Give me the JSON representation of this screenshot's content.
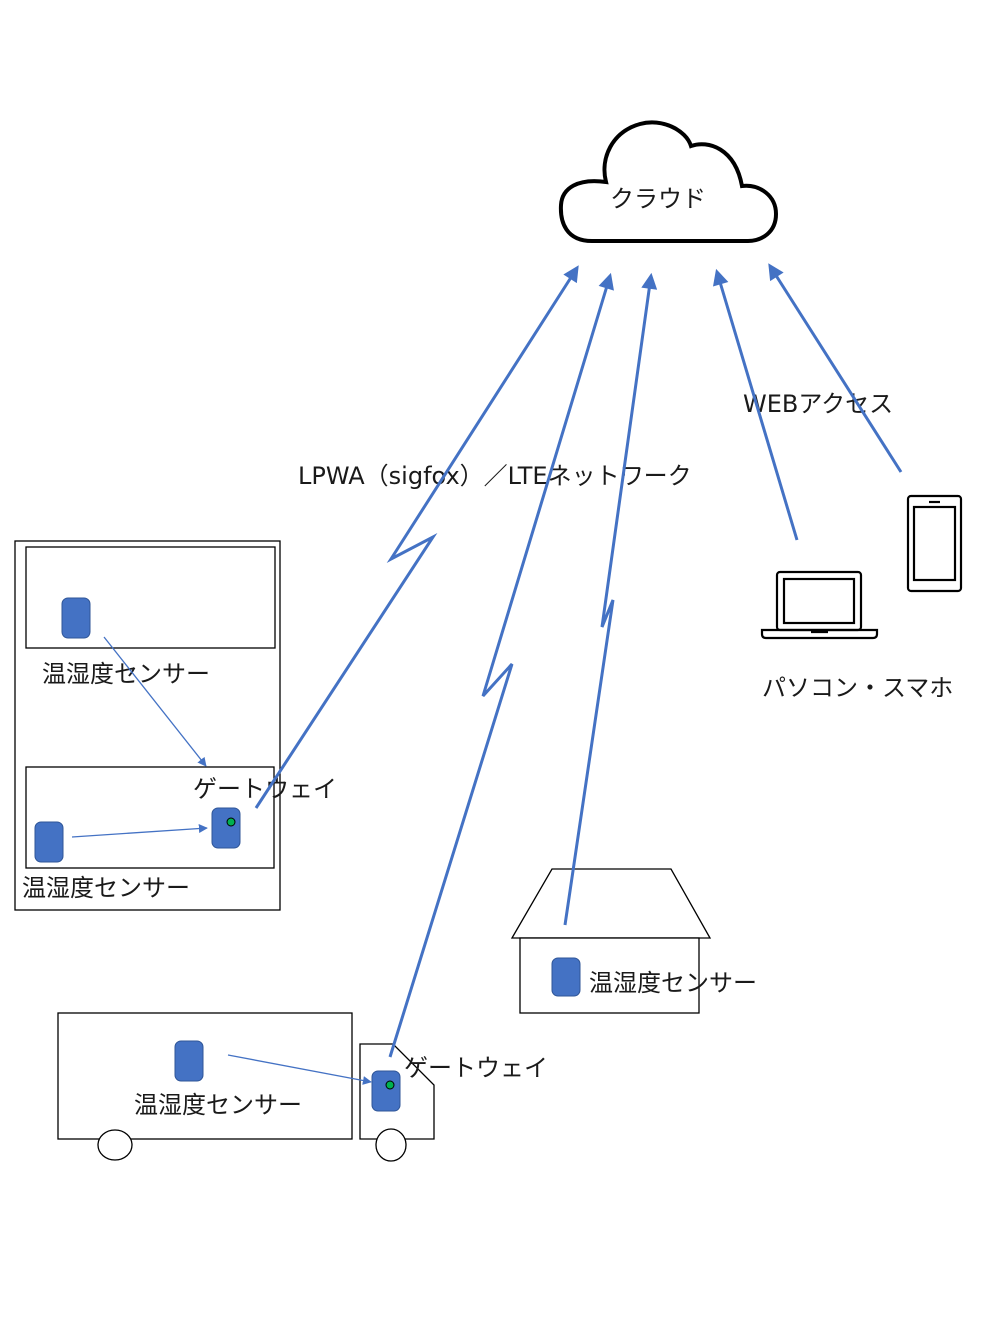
{
  "colors": {
    "link": "#4472c4",
    "sensor": "#4472c4",
    "led": "#00b050",
    "outline": "#000000"
  },
  "cloud": {
    "label": "クラウド",
    "icon": "cloud-icon"
  },
  "network": {
    "label": "LPWA（sigfox）／LTEネットワーク"
  },
  "web_access": {
    "label": "WEBアクセス"
  },
  "clients": {
    "label": "パソコン・スマホ",
    "laptop_icon": "laptop-icon",
    "phone_icon": "smartphone-icon"
  },
  "warehouse": {
    "upper_room_label": "温湿度センサー",
    "lower_room_label": "温湿度センサー",
    "gateway_label": "ゲートウェイ"
  },
  "house": {
    "sensor_label": "温湿度センサー",
    "icon": "house-icon"
  },
  "truck": {
    "sensor_label": "温湿度センサー",
    "gateway_label": "ゲートウェイ",
    "icon": "truck-icon"
  }
}
